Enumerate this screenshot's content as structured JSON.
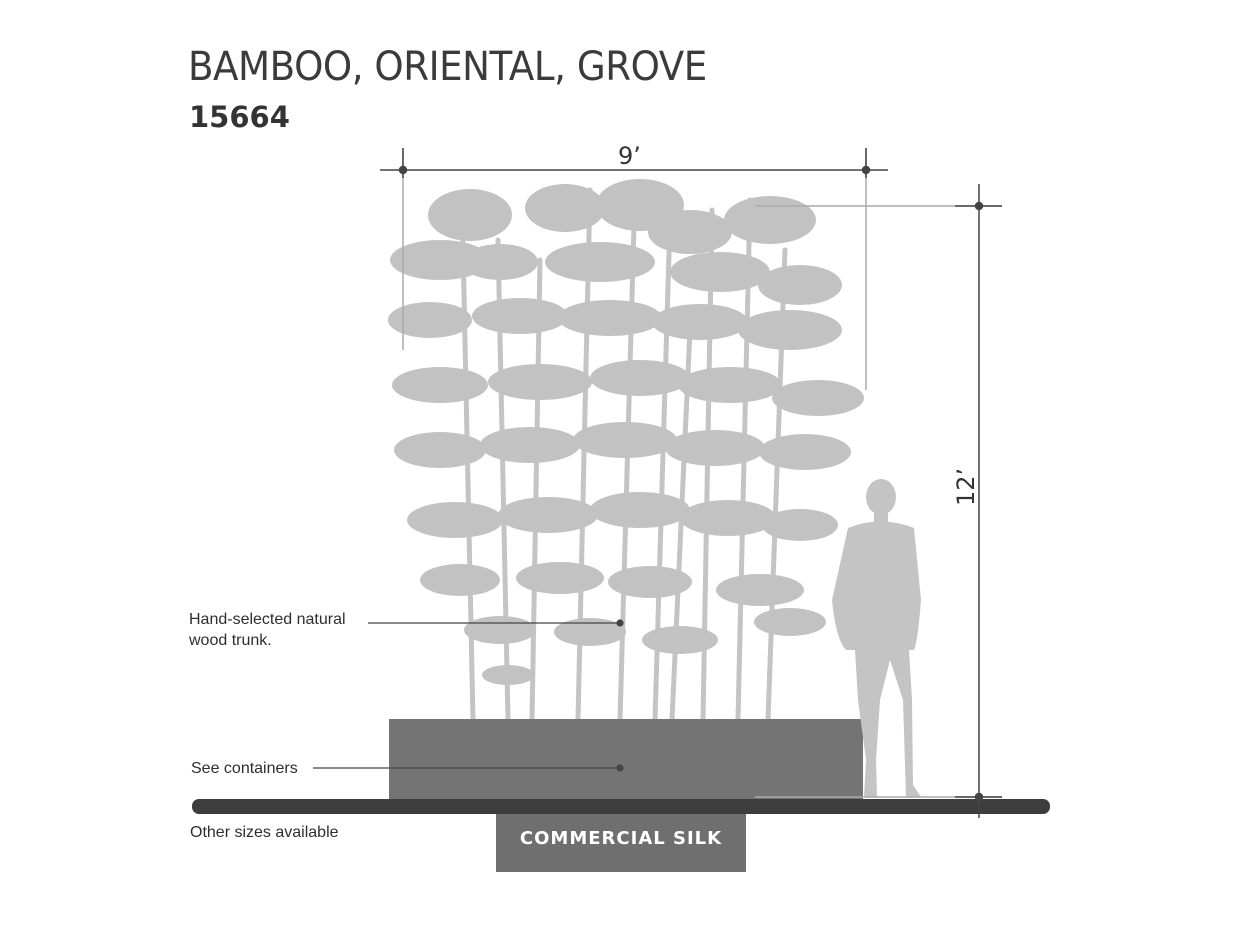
{
  "product": {
    "name": "BAMBOO, ORIENTAL, GROVE",
    "sku": "15664"
  },
  "dimensions": {
    "width": "9’",
    "height": "12’"
  },
  "callouts": {
    "trunk": "Hand-selected natural wood trunk.",
    "container": "See containers",
    "sizes": "Other sizes available"
  },
  "badge": {
    "label": "COMMERCIAL SILK"
  },
  "colors": {
    "foliage": "#c2c2c2",
    "container": "#747474",
    "ground": "#3d3d3d",
    "silhouette": "#c4c4c4",
    "badge": "#6f6f6f",
    "dimension_line": "#444444"
  },
  "icons": {
    "person": "person-silhouette-icon",
    "plant": "bamboo-grove-silhouette"
  }
}
